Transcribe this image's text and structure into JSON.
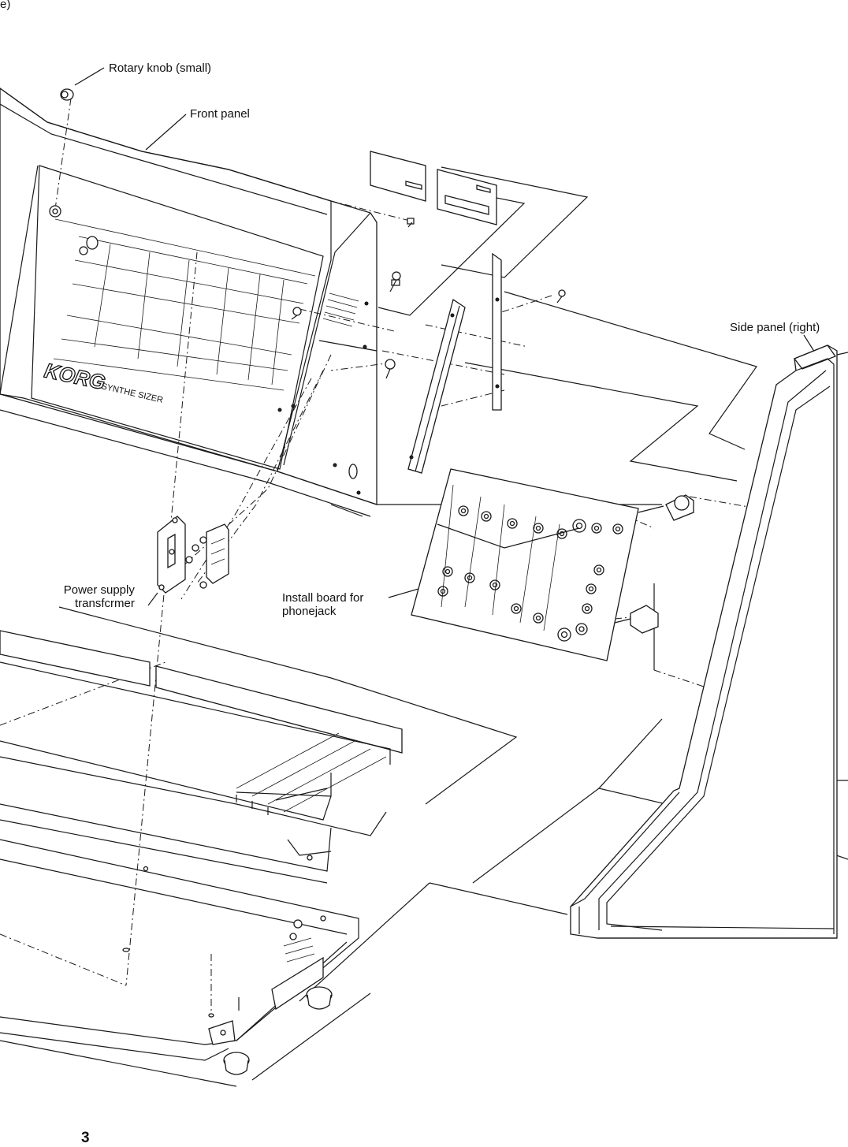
{
  "corner_fragment": "e)",
  "labels": {
    "rotary_knob": "Rotary knob (small)",
    "front_panel": "Front panel",
    "side_panel_right": "Side panel (right)",
    "power_supply_line1": "Power supply",
    "power_supply_line2": "transfcrmer",
    "install_board_line1": "Install board for",
    "install_board_line2": "phonejack",
    "logo_brand": "KORG",
    "logo_text": "SYNTHE SIZER"
  },
  "page_number": "3"
}
